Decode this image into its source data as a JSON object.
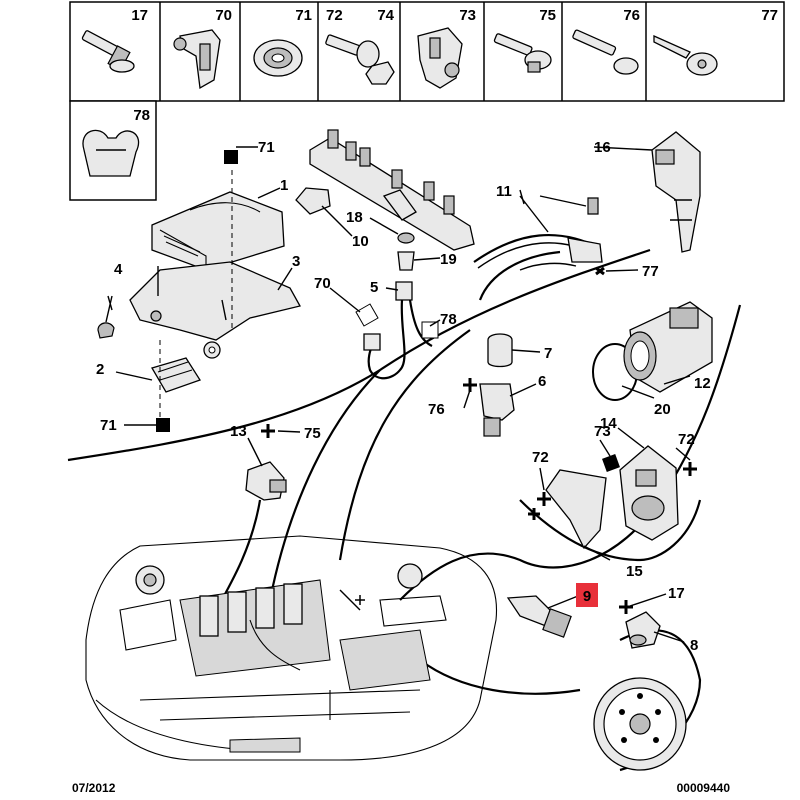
{
  "parts_grid": {
    "row1": [
      "17",
      "70",
      "71",
      "72",
      "74",
      "73",
      "75",
      "76",
      "77"
    ],
    "row2": [
      "78"
    ]
  },
  "callouts": {
    "c1": "1",
    "c2": "2",
    "c3": "3",
    "c4": "4",
    "c5": "5",
    "c6": "6",
    "c7": "7",
    "c8": "8",
    "c9": "9",
    "c10": "10",
    "c11": "11",
    "c12": "12",
    "c13": "13",
    "c14": "14",
    "c15": "15",
    "c16": "16",
    "c17": "17",
    "c18": "18",
    "c19": "19",
    "c20": "20",
    "c70": "70",
    "c71a": "71",
    "c71b": "71",
    "c72a": "72",
    "c72b": "72",
    "c73": "73",
    "c75": "75",
    "c76": "76",
    "c77": "77",
    "c78": "78"
  },
  "highlight_color": "#e8303a",
  "footer": {
    "date": "07/2012",
    "reference": "00009440"
  },
  "markers": {
    "square": "square-marker",
    "plus": "plus-marker",
    "cross": "cross-marker"
  }
}
